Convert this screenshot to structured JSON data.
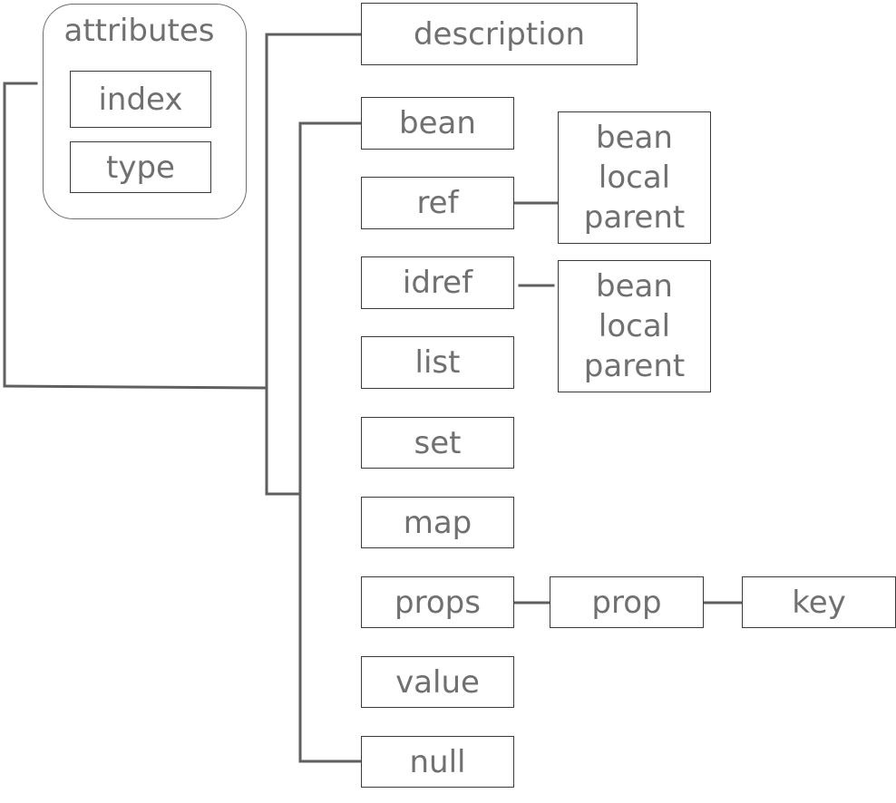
{
  "attributes": {
    "title": "attributes",
    "items": [
      "index",
      "type"
    ]
  },
  "nodes": {
    "description": "description",
    "bean": "bean",
    "ref": "ref",
    "idref": "idref",
    "list": "list",
    "set": "set",
    "map": "map",
    "props": "props",
    "value": "value",
    "null": "null",
    "prop": "prop",
    "key": "key"
  },
  "ref_targets": [
    "bean",
    "local",
    "parent"
  ],
  "idref_targets": [
    "bean",
    "local",
    "parent"
  ]
}
